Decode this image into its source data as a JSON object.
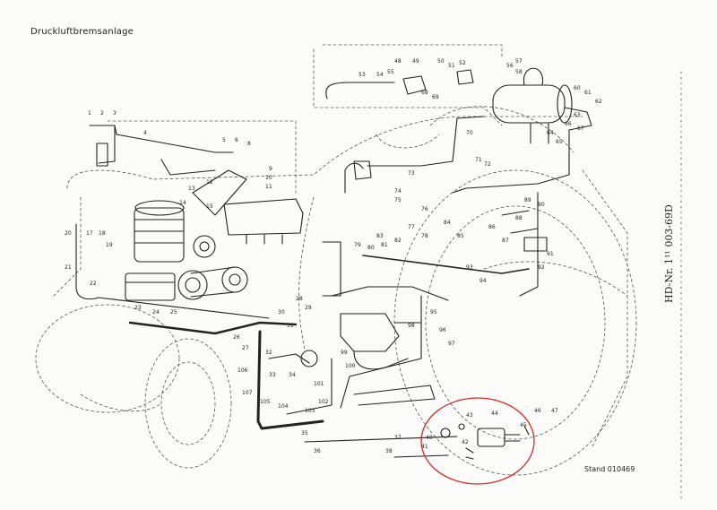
{
  "title": "Druckluftbremsanlage",
  "doc_number": "HD-Nr. 1¹¹ 003-69D",
  "stand": "Stand 010469",
  "highlight_color": "#d42b2b",
  "part_labels": [
    "1",
    "2",
    "3",
    "4",
    "5",
    "6",
    "8",
    "9",
    "10",
    "11",
    "12",
    "13",
    "14",
    "15",
    "17",
    "18",
    "19",
    "20",
    "21",
    "22",
    "23",
    "24",
    "25",
    "26",
    "27",
    "28",
    "29",
    "30",
    "31",
    "32",
    "33",
    "34",
    "35",
    "36",
    "37",
    "38",
    "40",
    "41",
    "42",
    "43",
    "44",
    "45",
    "46",
    "47",
    "48",
    "49",
    "50",
    "51",
    "52",
    "53",
    "54",
    "55",
    "56",
    "57",
    "58",
    "60",
    "61",
    "62",
    "63",
    "64",
    "65",
    "66",
    "67",
    "68",
    "69",
    "70",
    "71",
    "72",
    "73",
    "74",
    "75",
    "76",
    "77",
    "78",
    "79",
    "80",
    "81",
    "82",
    "83",
    "84",
    "85",
    "86",
    "87",
    "88",
    "89",
    "90",
    "91",
    "92",
    "93",
    "94",
    "95",
    "96",
    "97",
    "98",
    "99",
    "100",
    "101",
    "102",
    "103",
    "104",
    "105",
    "106",
    "107"
  ]
}
